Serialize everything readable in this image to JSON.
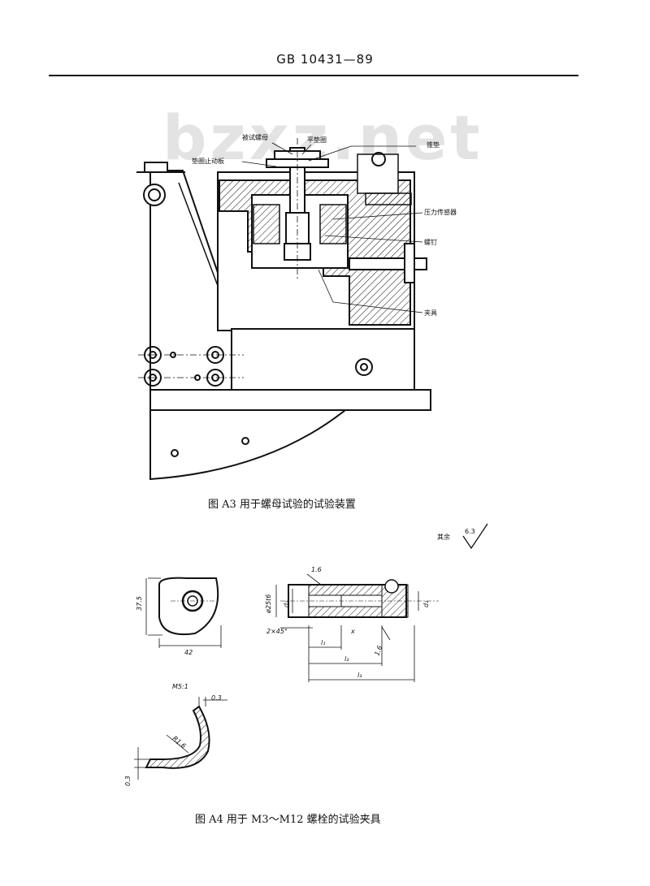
{
  "header": {
    "doc_number": "GB 10431—89"
  },
  "watermark": "bzxz.net",
  "figure_a3": {
    "labels": {
      "tested_nut": "被试螺母",
      "flat_washer": "平垫圈",
      "lock_washer": "锥垫",
      "washer_stop_plate": "垫圈止动板",
      "load_cell": "压力传感器",
      "screw": "螺钉",
      "fixture": "夹具"
    },
    "caption": "图 A3  用于螺母试验的试验装置"
  },
  "figure_a4": {
    "roughness_note": "其余",
    "roughness_value": "6.3",
    "dims": {
      "height": "37.5",
      "width": "42",
      "roughness_1": "1.6",
      "roughness_2": "1.6",
      "diameter": "ø25t6",
      "d1_left": "d₁",
      "d1_right": "d₁",
      "chamfer": "2×45°",
      "x": "x",
      "l1": "l₁",
      "l2": "l₂",
      "l3": "l₃",
      "detail": "M5:1",
      "offset_top": "0.3",
      "radius": "R1.6",
      "offset_side": "0.3"
    },
    "caption": "图 A4  用于 M3～M12 螺栓的试验夹具"
  }
}
